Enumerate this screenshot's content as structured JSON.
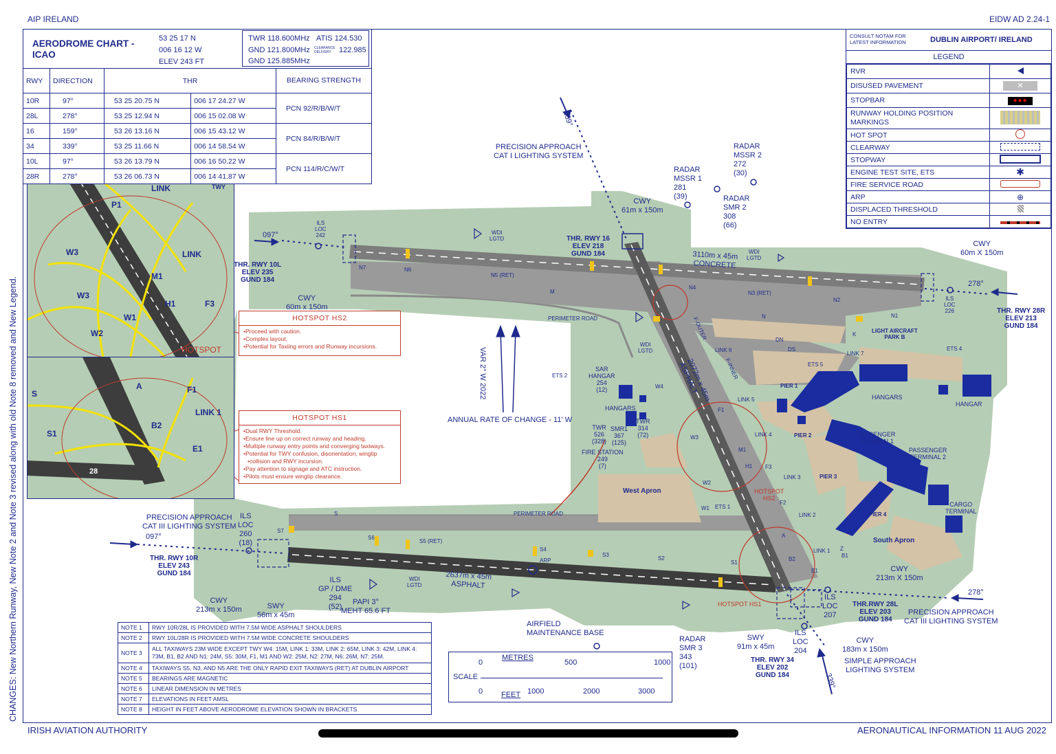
{
  "page": {
    "top_left": "AIP IRELAND",
    "top_right": "EIDW AD 2.24-1",
    "bottom_left": "IRISH AVIATION AUTHORITY",
    "bottom_right": "AERONAUTICAL INFORMATION 11 AUG 2022",
    "side_note": "CHANGES: New Northern Runway, New Note 2 and Note 3 revised along with old Note 8 removed and New Legend."
  },
  "header": {
    "title_line1": "AERODROME CHART -",
    "title_line2": "ICAO",
    "lat": "53 25 17 N",
    "lon": "006 16 12 W",
    "elev": "ELEV 243 FT",
    "twr": "TWR 118.600MHz",
    "atis": "ATIS 124.530",
    "gnd1": "GND 121.800MHz",
    "clearance_label_1": "CLEARANCE",
    "clearance_label_2": "DELIVERY",
    "clearance_freq": "122.985",
    "gnd2": "GND 125.885MHz"
  },
  "rwy_table": {
    "headers": [
      "RWY",
      "DIRECTION",
      "THR",
      "BEARING STRENGTH"
    ],
    "rows": [
      {
        "rwy": "10R",
        "dir": "97°",
        "lat": "53 25 20.75 N",
        "lon": "006 17 24.27 W"
      },
      {
        "rwy": "28L",
        "dir": "278°",
        "lat": "53 25 12.94 N",
        "lon": "006 15 02.08 W"
      },
      {
        "rwy": "16",
        "dir": "159°",
        "lat": "53 26 13.16 N",
        "lon": "006 15 43.12 W"
      },
      {
        "rwy": "34",
        "dir": "339°",
        "lat": "53 25 11.66 N",
        "lon": "006 14 58.54 W"
      },
      {
        "rwy": "10L",
        "dir": "97°",
        "lat": "53 26 13.79 N",
        "lon": "006 16 50.22 W"
      },
      {
        "rwy": "28R",
        "dir": "278°",
        "lat": "53 26 06.73 N",
        "lon": "006 14 41.87 W"
      }
    ],
    "pcn": [
      "PCN  92/R/B/W/T",
      "PCN  84/R/B/W/T",
      "PCN  114/R/C/W/T"
    ]
  },
  "legend": {
    "consult_1": "CONSULT NOTAM FOR",
    "consult_2": "LATEST INFORMATION",
    "airport": "DUBLIN AIRPORT/ IRELAND",
    "title": "LEGEND",
    "items": [
      "RVR",
      "DISUSED PAVEMENT",
      "STOPBAR",
      "RUNWAY HOLDING POSITION",
      "MARKINGS",
      "HOT SPOT",
      "CLEARWAY",
      "STOPWAY",
      "ENGINE TEST SITE, ETS",
      "FIRE SERVICE ROAD",
      "ARP",
      "DISPLACED THRESHOLD",
      "NO ENTRY"
    ]
  },
  "hotspots": {
    "hs2": {
      "title": "HOTSPOT HS2",
      "items": [
        "Proceed with caution.",
        "Complex layout.",
        "Potential for Taxiing errors and Runway incursions."
      ]
    },
    "hs1": {
      "title": "HOTSPOT HS1",
      "items": [
        "Dual RWY Threshold.",
        "Ensure line up on correct runway and heading.",
        "Multiple runway entry points and converging taxiways.",
        "Potential for TWY confusion, disorientation, wingtip",
        "collision and RWY incursion.",
        "Pay attention to signage and ATC instruction.",
        "Pilots must ensure wingtip clearance."
      ]
    }
  },
  "notes": [
    {
      "id": "NOTE 1",
      "text": "RWY 10R/28L IS PROVIDED WITH 7.5M WIDE ASPHALT SHOULDERS"
    },
    {
      "id": "NOTE 2",
      "text": "RWY 10L/28R IS PROVIDED WITH 7.5M WIDE CONCRETE SHOULDERS"
    },
    {
      "id": "NOTE 3",
      "text": "ALL TAXIWAYS 23M WIDE EXCEPT TWY W4: 15M, LINK 1: 33M, LINK 2: 65M, LINK 3:  42M, LINK 4:",
      "text2": "73M, B1, B2 AND N1: 24M, S5: 30M, F1, M1 AND W2: 25M, N2: 27M, N6: 26M, N7: 25M."
    },
    {
      "id": "NOTE 4",
      "text": "TAXIWAYS S5, N3, AND N5 ARE THE ONLY RAPID EXIT TAXIWAYS (RET) AT DUBLIN AIRPORT"
    },
    {
      "id": "NOTE 5",
      "text": "BEARINGS ARE MAGNETIC"
    },
    {
      "id": "NOTE 6",
      "text": "LINEAR DIMENSION IN METRES"
    },
    {
      "id": "NOTE 7",
      "text": "ELEVATIONS IN FEET AMSL"
    },
    {
      "id": "NOTE 8",
      "text": "HEIGHT IN FEET ABOVE AERODROME ELEVATION SHOWN IN BRACKETS"
    }
  ],
  "scale": {
    "metres": "METRES",
    "scale": "SCALE",
    "feet": "FEET",
    "m_ticks": [
      "0",
      "500",
      "1000"
    ],
    "ft_ticks": [
      "0",
      "1000",
      "2000",
      "3000"
    ]
  },
  "map": {
    "rwy_10r_28l": "2637m x 45m",
    "asphalt": "ASPHALT",
    "rwy_10l_28r": "3110m x 45m",
    "concrete": "CONCRETE",
    "rwy_16_34": "2072m x 45m",
    "rwy_16_34_b": "ASPHALT",
    "thr10l": [
      "THR. RWY 10L",
      "ELEV 235",
      "GUND 184"
    ],
    "thr16": [
      "THR. RWY 16",
      "ELEV 218",
      "GUND 184"
    ],
    "thr28r": [
      "THR. RWY 28R",
      "ELEV 213",
      "GUND 184"
    ],
    "thr10r": [
      "THR. RWY 10R",
      "ELEV 243",
      "GUND 184"
    ],
    "thr28l": [
      "THR.RWY 28L",
      "ELEV 203",
      "GUND 184"
    ],
    "thr34": [
      "THR. RWY 34",
      "ELEV 202",
      "GUND 184"
    ],
    "papp_cat1": [
      "PRECISION APPROACH",
      "CAT I LIGHTING SYSTEM"
    ],
    "papp_cat3_w": [
      "PRECISION APPROACH",
      "CAT III LIGHTING SYSTEM"
    ],
    "papp_cat3_e": [
      "PRECISION APPROACH",
      "CAT III LIGHTING SYSTEM"
    ],
    "simple_app": [
      "SIMPLE APPROACH",
      "LIGHTING SYSTEM"
    ],
    "annual": "ANNUAL RATE OF CHANGE - 11' W",
    "var": "VAR 2° W 2022",
    "west_apron": "West Apron",
    "south_apron": "South Apron",
    "hangars": "HANGARS",
    "hangars2": "HANGARS",
    "hangar": "HANGAR",
    "pier1": "PIER 1",
    "pier2": "PIER 2",
    "pier3": "PIER 3",
    "pier4": "PIER 4",
    "pt1": [
      "PASSENGER",
      "TERMINAL1"
    ],
    "pt2": [
      "PASSENGER",
      "TERMINAL 2"
    ],
    "cargo": [
      "CARGO",
      "TERMINAL"
    ],
    "lap": [
      "LIGHT AIRCRAFT",
      "PARK B"
    ],
    "perimeter": "PERIMETER ROAD",
    "perimeter2": "PERIMETER ROAD",
    "fire": [
      "FIRE STATION",
      "249",
      "(7)"
    ],
    "sar": [
      "SAR",
      "HANGAR",
      "254",
      "(12)"
    ],
    "twr": [
      "TWR",
      "526",
      "(328)"
    ],
    "smr1": [
      "SMR1",
      "367",
      "(125)"
    ],
    "twr314": [
      "TWR",
      "314",
      "(72)"
    ],
    "airfield": [
      "AIRFIELD",
      "MAINTENANCE BASE"
    ],
    "mssr1": [
      "RADAR",
      "MSSR 1",
      "281",
      "(39)"
    ],
    "mssr2": [
      "RADAR",
      "MSSR 2",
      "272",
      "(30)"
    ],
    "smr2": [
      "RADAR",
      "SMR 2",
      "308",
      "(66)"
    ],
    "smr3": [
      "RADAR",
      "SMR 3",
      "343",
      "(101)"
    ],
    "cwy_n": [
      "CWY",
      "61m x 150m"
    ],
    "cwy_e": [
      "CWY",
      "60m X 150m"
    ],
    "cwy_w": [
      "CWY",
      "60m x 150m"
    ],
    "cwy_sw": [
      "CWY",
      "213m x 150m"
    ],
    "swy_sw": [
      "SWY",
      "56m x 45m"
    ],
    "cwy_se": [
      "CWY",
      "213m X 150m"
    ],
    "cwy_s": [
      "CWY",
      "183m x 150m"
    ],
    "swy_s": [
      "SWY",
      "91m x 45m"
    ],
    "ils_loc_10l": [
      "ILS",
      "LOC",
      "242"
    ],
    "ils_loc_28r": [
      "ILS",
      "LOC",
      "226"
    ],
    "ils_loc_10r": [
      "ILS",
      "LOC",
      "260",
      "(18)"
    ],
    "ils_loc_28l": [
      "ILS",
      "LOC",
      "207"
    ],
    "ils_loc_34": [
      "ILS",
      "LOC",
      "204"
    ],
    "ils_gp_10r": [
      "ILS",
      "GP / DME",
      "294",
      "(52)"
    ],
    "papi_10r": [
      "PAPI 3°",
      "MEHT 65.6 FT"
    ],
    "hs1_lbl": "HOTSPOT HS1",
    "hs2_lbl": [
      "HOTSPOT",
      "HS2"
    ],
    "hotspot_inset": "HOTSPOT",
    "brg_097a": "097°",
    "brg_097b": "097°",
    "brg_278a": "278°",
    "brg_278b": "278°",
    "brg_159": "159°",
    "brg_339": "339°",
    "wdi": "WDI",
    "lgtd": "LGTD",
    "twy": [
      "N7",
      "N6",
      "N5 (RET)",
      "M",
      "N4",
      "N3 (RET)",
      "N2",
      "N1",
      "N",
      "K",
      "F-OUTER",
      "F-INNER",
      "LINK 6",
      "LINK 5",
      "LINK 4",
      "LINK 3",
      "LINK 2",
      "LINK 1",
      "LINK 7",
      "DN",
      "DS",
      "E1",
      "F1",
      "F2",
      "F3",
      "H1",
      "M1",
      "W1",
      "W2",
      "W3",
      "W4",
      "S",
      "S1",
      "S2",
      "S3",
      "S4",
      "S5 (RET)",
      "S6",
      "S7",
      "A",
      "B1",
      "B2",
      "Z",
      "ARP",
      "ETS 1",
      "ETS 2",
      "ETS 4",
      "ETS 5"
    ],
    "inset_top": [
      "P1",
      "W3",
      "W3",
      "W2",
      "W1",
      "M1",
      "H1",
      "F3",
      "LINK",
      "LINK",
      "TWY"
    ],
    "inset_bot": [
      "S",
      "S1",
      "A",
      "B2",
      "F1",
      "E1",
      "LINK 1",
      "28"
    ]
  }
}
